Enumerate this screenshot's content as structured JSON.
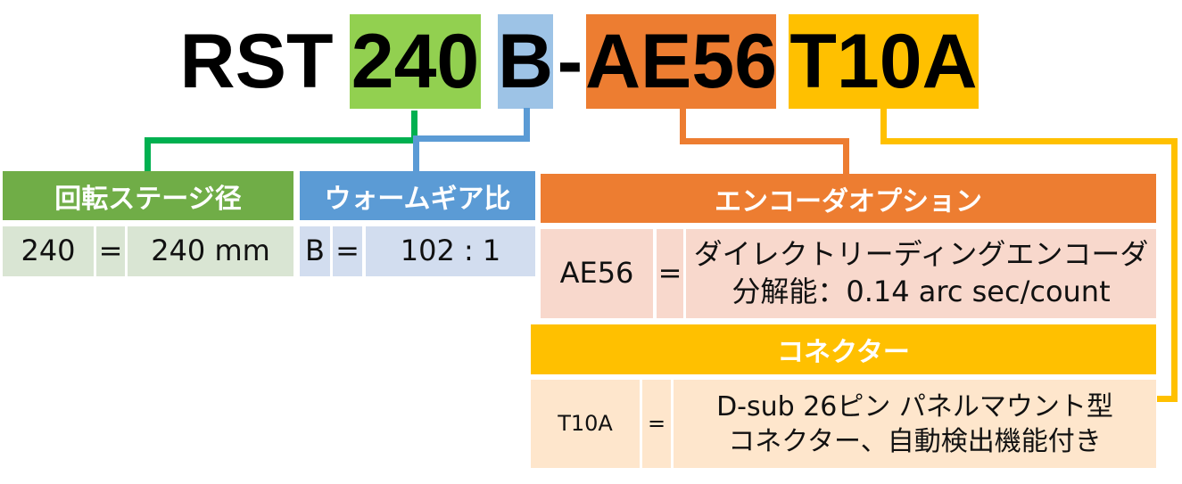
{
  "title": {
    "prefix": "RST",
    "size": "240",
    "gear": "B",
    "dash": "-",
    "encoder": "AE56",
    "connector": "T10A"
  },
  "colors": {
    "green": "#92D050",
    "blue": "#9DC3E6",
    "orange": "#ED7D31",
    "yellow": "#FFC000"
  },
  "stage_diameter": {
    "header": "回転ステージ径",
    "code": "240",
    "eq": "=",
    "value": "240 mm"
  },
  "worm_gear": {
    "header": "ウォームギア比",
    "code": "B",
    "eq": "=",
    "value": "102 : 1"
  },
  "encoder": {
    "header": "エンコーダオプション",
    "code": "AE56",
    "eq": "=",
    "line1": "ダイレクトリーディングエンコーダ",
    "line2": "分解能：0.14 arc sec/count"
  },
  "connector": {
    "header": "コネクター",
    "code": "T10A",
    "eq": "=",
    "line1": "D-sub 26ピン パネルマウント型",
    "line2": "コネクター、自動検出機能付き"
  }
}
